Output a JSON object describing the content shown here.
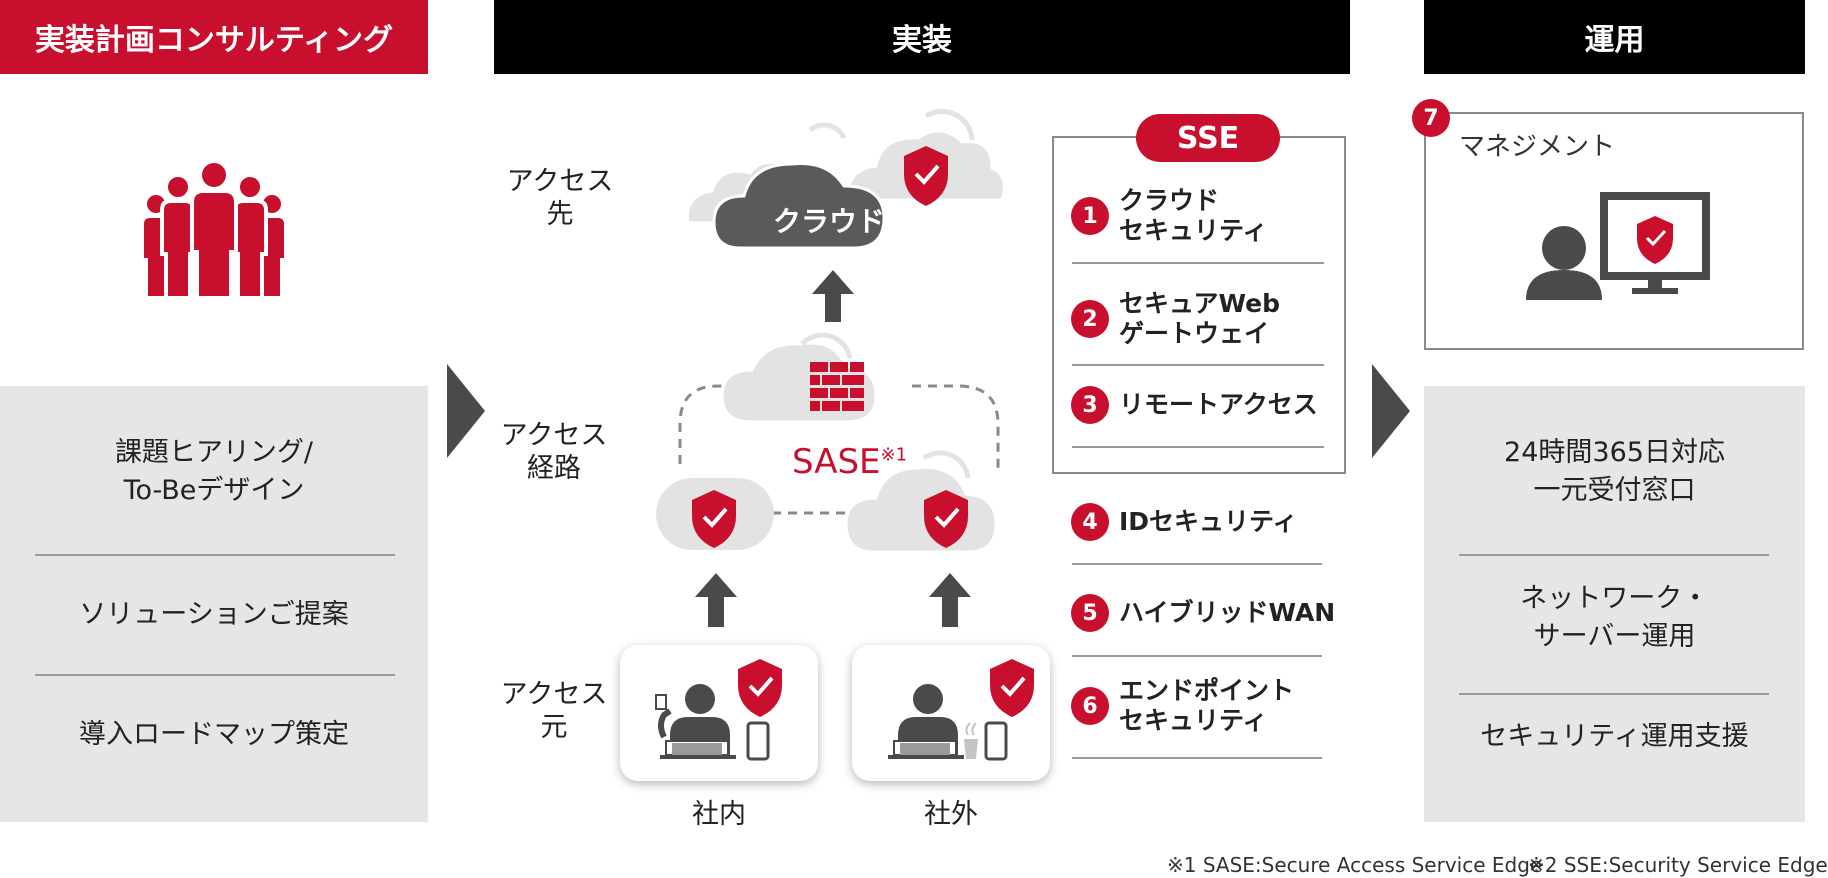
{
  "headers": {
    "consulting": "実装計画コンサルティング",
    "implementation": "実装",
    "operation": "運用"
  },
  "consulting": {
    "items": [
      "課題ヒアリング/\nTo-Beデザイン",
      "ソリューションご提案",
      "導入ロードマップ策定"
    ]
  },
  "implementation": {
    "labels": {
      "destination": "アクセス\n先",
      "route": "アクセス\n経路",
      "source": "アクセス\n元"
    },
    "cloud_label": "クラウド",
    "sase_label": "SASE",
    "sase_sup": "※1",
    "locations": {
      "internal": "社内",
      "external": "社外"
    }
  },
  "sse": {
    "title": "SSE",
    "items": [
      {
        "num": "1",
        "label": "クラウド\nセキュリティ"
      },
      {
        "num": "2",
        "label": "セキュアWeb\nゲートウェイ"
      },
      {
        "num": "3",
        "label": "リモートアクセス"
      },
      {
        "num": "4",
        "label": "IDセキュリティ"
      },
      {
        "num": "5",
        "label": "ハイブリッドWAN"
      },
      {
        "num": "6",
        "label": "エンドポイント\nセキュリティ"
      }
    ]
  },
  "operation": {
    "management_num": "7",
    "management_label": "マネジメント",
    "items": [
      "24時間365日対応\n一元受付窓口",
      "ネットワーク・\nサーバー運用",
      "セキュリティ運用支援"
    ]
  },
  "footnotes": {
    "note1": "※1 SASE:Secure Access Service Edge",
    "note2": "※2 SSE:Security Service Edge"
  },
  "colors": {
    "accent": "#c8102e",
    "dark_gray": "#5a5a5a",
    "light_gray": "#e6e6e6",
    "black": "#000000"
  }
}
